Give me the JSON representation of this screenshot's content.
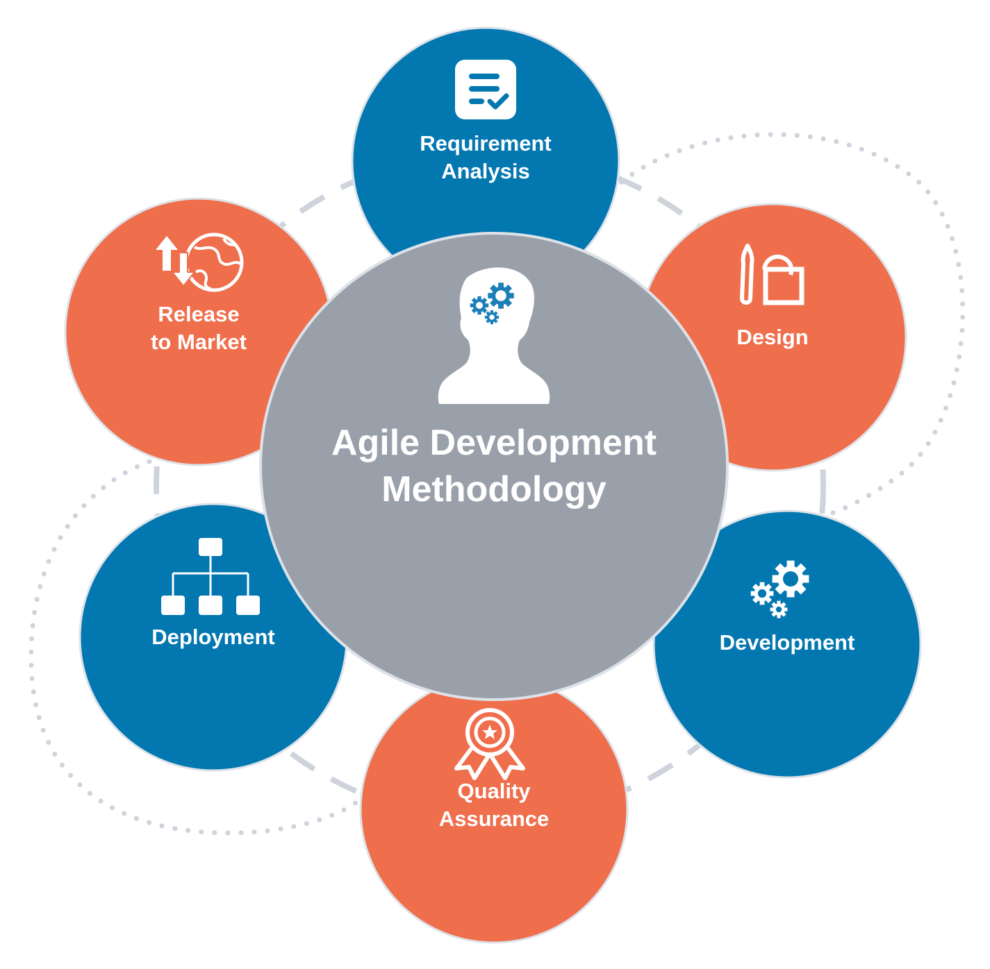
{
  "diagram": {
    "center": {
      "title_line1": "Agile Development",
      "title_line2": "Methodology",
      "icon": "head-gears-icon",
      "color": "#9aa0aa"
    },
    "stages": [
      {
        "id": "requirement-analysis",
        "line1": "Requirement",
        "line2": "Analysis",
        "icon": "checklist-icon",
        "color": "#0377b0"
      },
      {
        "id": "design",
        "line1": "Design",
        "line2": "",
        "icon": "brush-square-icon",
        "color": "#ef6e4c"
      },
      {
        "id": "development",
        "line1": "Development",
        "line2": "",
        "icon": "gears-icon",
        "color": "#0377b0"
      },
      {
        "id": "quality-assurance",
        "line1": "Quality",
        "line2": "Assurance",
        "icon": "award-ribbon-icon",
        "color": "#ef6e4c"
      },
      {
        "id": "deployment",
        "line1": "Deployment",
        "line2": "",
        "icon": "hierarchy-icon",
        "color": "#0377b0"
      },
      {
        "id": "release-to-market",
        "line1": "Release",
        "line2": "to Market",
        "icon": "globe-arrows-icon",
        "color": "#ef6e4c"
      }
    ],
    "connector_color": "#cfd4dc"
  }
}
